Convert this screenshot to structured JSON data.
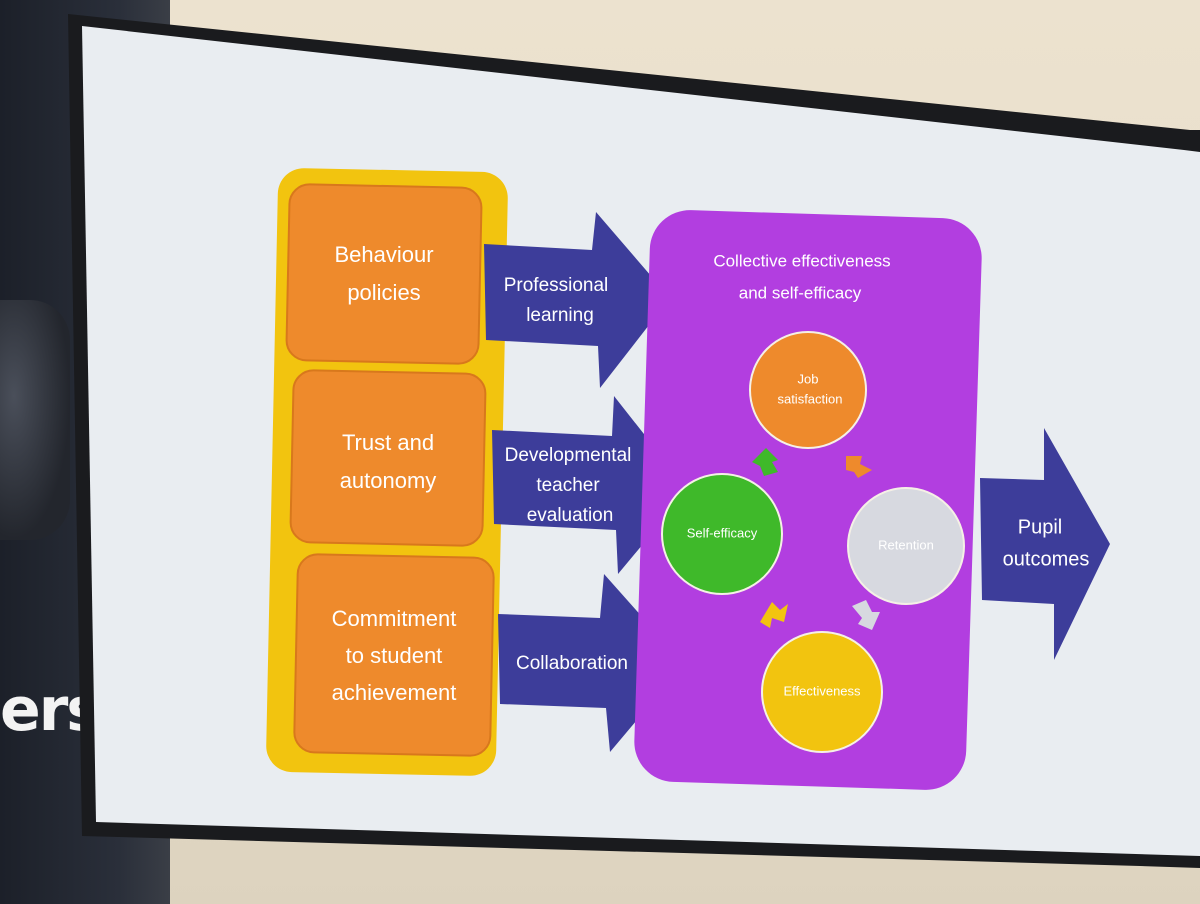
{
  "left_factors": [
    {
      "lines": [
        "Behaviour",
        "policies"
      ]
    },
    {
      "lines": [
        "Trust and",
        "autonomy"
      ]
    },
    {
      "lines": [
        "Commitment",
        "to student",
        "achievement"
      ]
    }
  ],
  "arrows": [
    {
      "lines": [
        "Professional",
        "learning"
      ]
    },
    {
      "lines": [
        "Developmental",
        "teacher",
        "evaluation"
      ]
    },
    {
      "lines": [
        "Collaboration"
      ]
    }
  ],
  "collective": {
    "title_lines": [
      "Collective effectiveness",
      "and self-efficacy"
    ],
    "circles": [
      {
        "lines": [
          "Job",
          "satisfaction"
        ]
      },
      {
        "lines": [
          "Self-efficacy"
        ]
      },
      {
        "lines": [
          "Retention"
        ]
      },
      {
        "lines": [
          "Effectiveness"
        ]
      }
    ]
  },
  "outcome": {
    "lines": [
      "Pupil",
      "outcomes"
    ]
  },
  "backdrop": {
    "letters": "ers"
  },
  "colors": {
    "orange": "#ee8a2c",
    "yellow": "#f2c40f",
    "navy": "#3d3d9a",
    "purple": "#b23ee0",
    "green": "#3fb92a",
    "grey_circle": "#d7d9e0",
    "screen": "#e9edf1"
  }
}
